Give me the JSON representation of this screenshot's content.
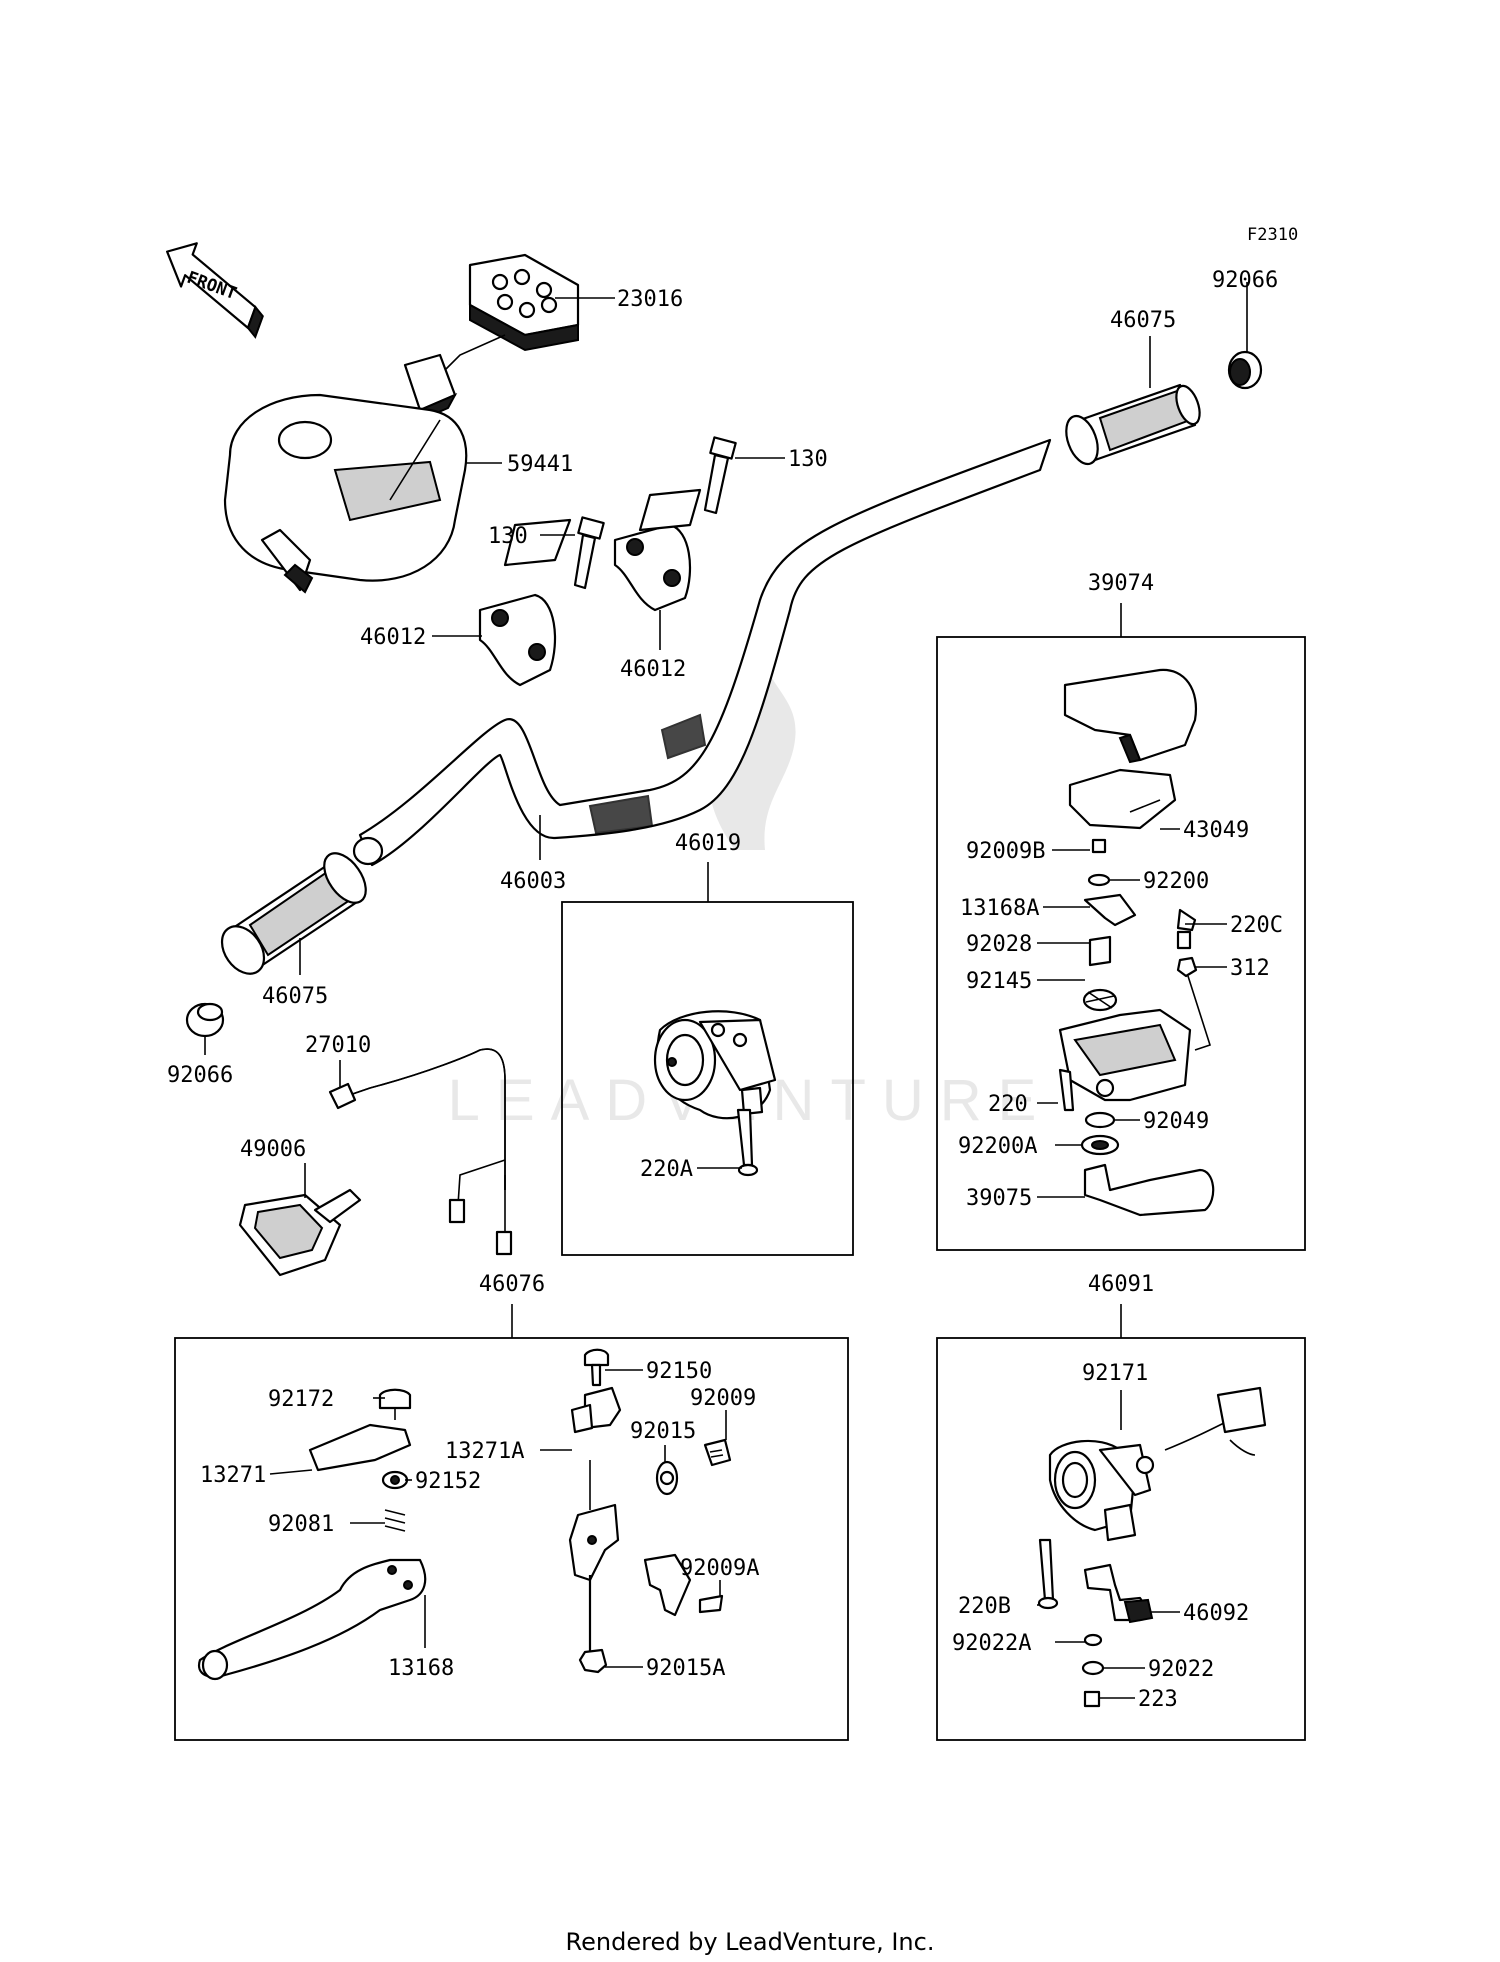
{
  "figure_code": "F2310",
  "front_label": "FRONT",
  "watermark": "LEADVENTURE",
  "footer": "Rendered by LeadVenture, Inc.",
  "groups": [
    {
      "label": "39074"
    },
    {
      "label": "46019"
    },
    {
      "label": "46076"
    },
    {
      "label": "46091"
    }
  ],
  "labels": {
    "p23016": "23016",
    "p92066_top": "92066",
    "p46075_top": "46075",
    "p59441": "59441",
    "p130_right": "130",
    "p130_left": "130",
    "p46012_left": "46012",
    "p46012_right": "46012",
    "p46003": "46003",
    "p46075_bottom": "46075",
    "p92066_bottom": "92066",
    "p27010": "27010",
    "p49006": "49006",
    "p220A": "220A",
    "p43049": "43049",
    "p92009B": "92009B",
    "p92200": "92200",
    "p13168A": "13168A",
    "p220C": "220C",
    "p92028": "92028",
    "p92145": "92145",
    "p312": "312",
    "p220": "220",
    "p92049": "92049",
    "p92200A": "92200A",
    "p39075": "39075",
    "p92150": "92150",
    "p92172": "92172",
    "p92009": "92009",
    "p92015": "92015",
    "p13271A": "13271A",
    "p13271": "13271",
    "p92152": "92152",
    "p92081": "92081",
    "p92009A": "92009A",
    "p13168": "13168",
    "p92015A": "92015A",
    "p92171": "92171",
    "p220B": "220B",
    "p46092": "46092",
    "p92022A": "92022A",
    "p92022": "92022",
    "p223": "223"
  }
}
